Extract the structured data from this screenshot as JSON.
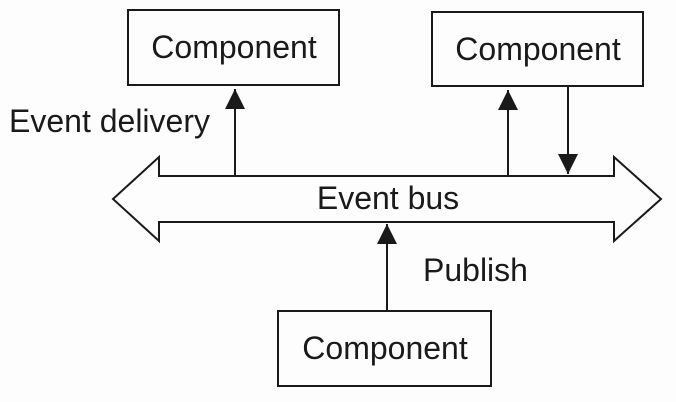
{
  "diagram": {
    "boxes": [
      {
        "id": "component-top-left",
        "label": "Component"
      },
      {
        "id": "component-top-right",
        "label": "Component"
      },
      {
        "id": "component-bottom",
        "label": "Component"
      }
    ],
    "bus": {
      "label": "Event bus"
    },
    "annotations": {
      "event_delivery": "Event delivery",
      "publish": "Publish"
    },
    "arrows": [
      {
        "from": "event-bus",
        "to": "component-top-left",
        "direction": "up"
      },
      {
        "from": "event-bus",
        "to": "component-top-right",
        "direction": "up"
      },
      {
        "from": "component-top-right",
        "to": "event-bus",
        "direction": "down"
      },
      {
        "from": "component-bottom",
        "to": "event-bus",
        "direction": "up"
      }
    ],
    "colors": {
      "background": "#fdfdfd",
      "stroke": "#1a1a1a",
      "text": "#1a1a1a",
      "shape_fill": "#fdfdfd"
    }
  }
}
